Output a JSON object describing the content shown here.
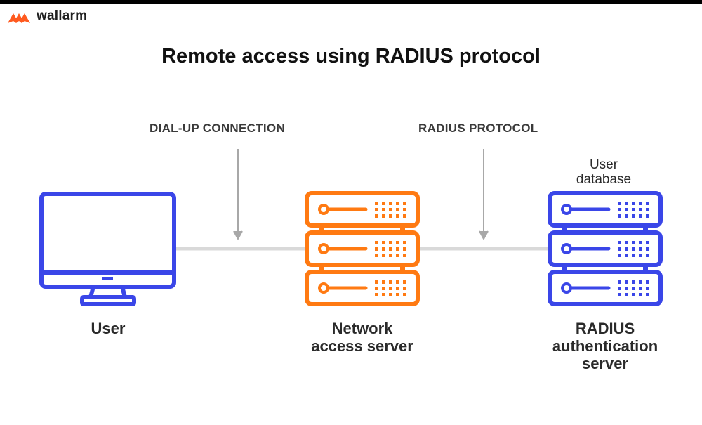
{
  "brand": {
    "name": "wallarm",
    "accent": "#ff5a1f"
  },
  "title": "Remote access using RADIUS protocol",
  "connections": [
    {
      "label": "DIAL-UP CONNECTION"
    },
    {
      "label": "RADIUS PROTOCOL"
    }
  ],
  "nodes": {
    "user": {
      "label": "User",
      "icon": "monitor-icon",
      "color": "#3a46e8"
    },
    "nas": {
      "line1": "Network",
      "line2": "access server",
      "icon": "server-icon",
      "color": "#ff7a12"
    },
    "radius": {
      "line1": "RADIUS",
      "line2": "authentication",
      "line3": "server",
      "icon": "server-icon",
      "color": "#3a46e8"
    },
    "database": {
      "line1": "User",
      "line2": "database"
    }
  },
  "colors": {
    "connector": "#d9d9d9",
    "arrow": "#a8a8a8"
  }
}
